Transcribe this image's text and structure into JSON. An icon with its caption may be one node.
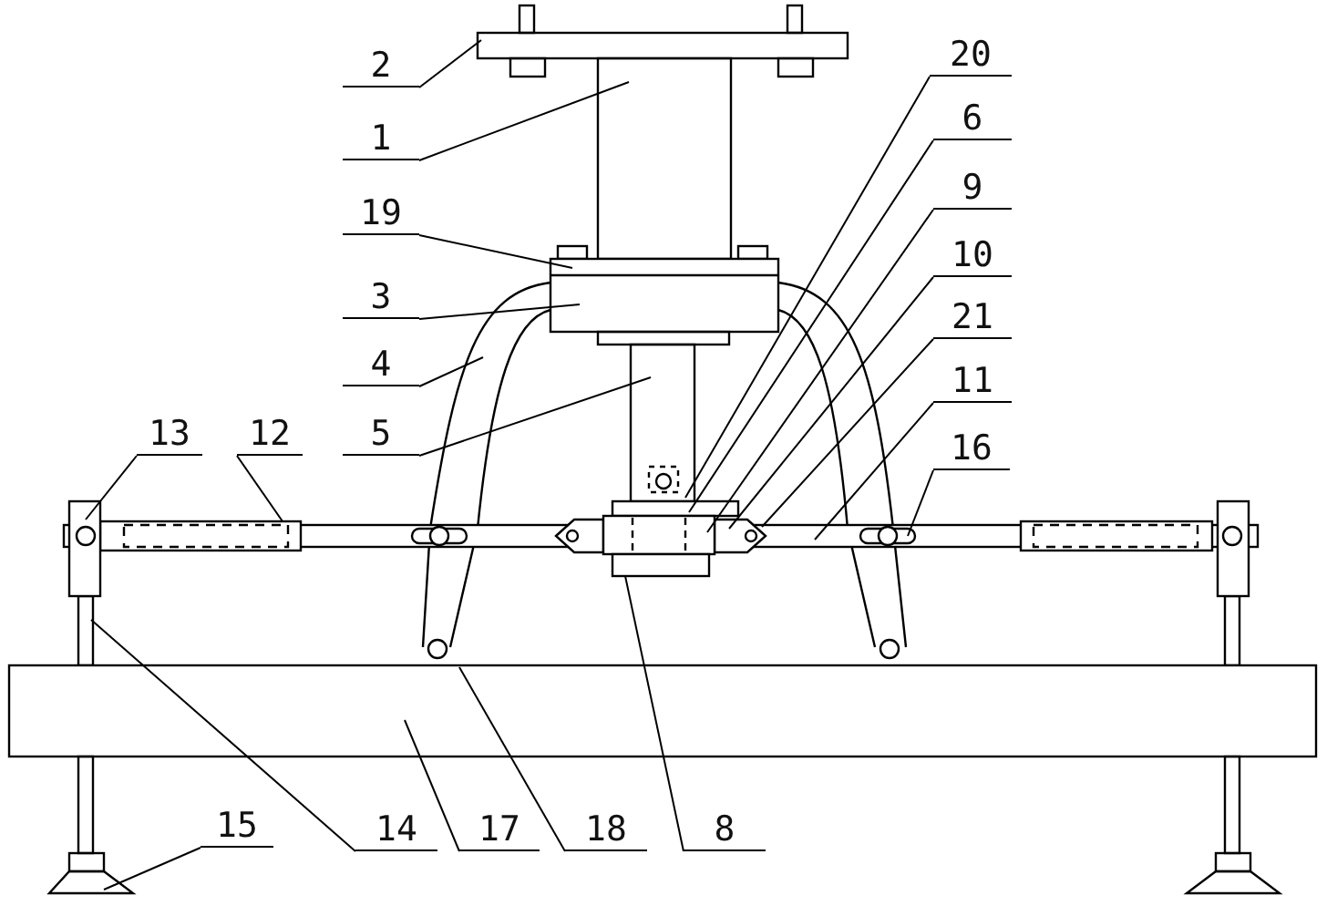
{
  "diagram": {
    "nodes": [
      {
        "text": [
          "2"
        ]
      },
      {
        "text": [
          "1"
        ]
      },
      {
        "text": [
          "19"
        ]
      },
      {
        "text": [
          "3"
        ]
      },
      {
        "text": [
          "4"
        ]
      },
      {
        "text": [
          "5"
        ]
      },
      {
        "text": [
          "20"
        ]
      },
      {
        "text": [
          "6"
        ]
      },
      {
        "text": [
          "9"
        ]
      },
      {
        "text": [
          "10"
        ]
      },
      {
        "text": [
          "21"
        ]
      },
      {
        "text": [
          "11"
        ]
      },
      {
        "text": [
          "16"
        ]
      },
      {
        "text": [
          "13"
        ]
      },
      {
        "text": [
          "12"
        ]
      },
      {
        "text": [
          "14"
        ]
      },
      {
        "text": [
          "17"
        ]
      },
      {
        "text": [
          "18"
        ]
      },
      {
        "text": [
          "8"
        ]
      },
      {
        "text": [
          "15"
        ]
      }
    ],
    "edges": [
      {
        "from": 0,
        "to": null,
        "arrow": "none"
      },
      {
        "from": 1,
        "to": null,
        "arrow": "none"
      },
      {
        "from": 2,
        "to": null,
        "arrow": "none"
      },
      {
        "from": 3,
        "to": null,
        "arrow": "none"
      },
      {
        "from": 4,
        "to": null,
        "arrow": "none"
      },
      {
        "from": 5,
        "to": null,
        "arrow": "none"
      },
      {
        "from": 6,
        "to": null,
        "arrow": "none"
      },
      {
        "from": 7,
        "to": null,
        "arrow": "none"
      },
      {
        "from": 8,
        "to": null,
        "arrow": "none"
      },
      {
        "from": 9,
        "to": null,
        "arrow": "none"
      },
      {
        "from": 10,
        "to": null,
        "arrow": "none"
      },
      {
        "from": 11,
        "to": null,
        "arrow": "none"
      },
      {
        "from": 12,
        "to": null,
        "arrow": "none"
      },
      {
        "from": 13,
        "to": null,
        "arrow": "none"
      },
      {
        "from": 14,
        "to": null,
        "arrow": "none"
      },
      {
        "from": 15,
        "to": null,
        "arrow": "none"
      },
      {
        "from": 16,
        "to": null,
        "arrow": "none"
      },
      {
        "from": 17,
        "to": null,
        "arrow": "none"
      },
      {
        "from": 18,
        "to": null,
        "arrow": "none"
      },
      {
        "from": 19,
        "to": null,
        "arrow": "none"
      }
    ]
  }
}
